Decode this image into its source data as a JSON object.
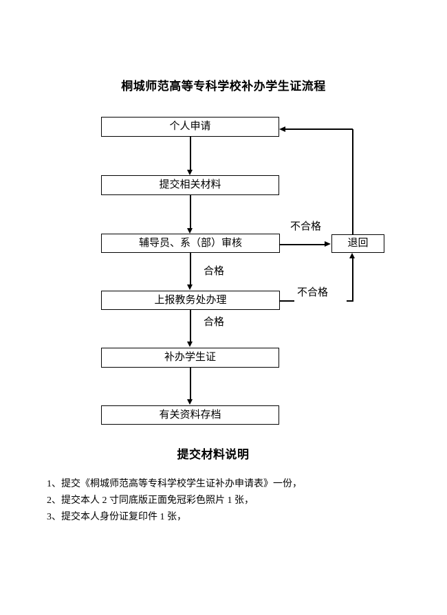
{
  "doc": {
    "title": "桐城师范高等专科学校补办学生证流程",
    "section_heading": "提交材料说明",
    "notes": [
      "1、提交《桐城师范高等专科学校学生证补办申请表》一份，",
      "2、提交本人 2 寸同底版正面免冠彩色照片 1 张，",
      "3、提交本人身份证复印件 1 张，"
    ]
  },
  "flowchart": {
    "nodes": [
      {
        "id": "personal-application",
        "label": "个人申请"
      },
      {
        "id": "submit-materials",
        "label": "提交相关材料"
      },
      {
        "id": "counselor-dept-review",
        "label": "辅导员、系（部）审核"
      },
      {
        "id": "report-academic-affairs",
        "label": "上报教务处办理"
      },
      {
        "id": "reissue-student-id",
        "label": "补办学生证"
      },
      {
        "id": "archive-materials",
        "label": "有关资料存档"
      },
      {
        "id": "return",
        "label": "退回"
      }
    ],
    "edge_labels": [
      {
        "id": "review-fail",
        "text": "不合格"
      },
      {
        "id": "review-pass",
        "text": "合格"
      },
      {
        "id": "report-fail",
        "text": "不合格"
      },
      {
        "id": "report-pass",
        "text": "合格"
      }
    ],
    "colors": {
      "line": "#000000",
      "box_border": "#000000",
      "text": "#000000",
      "background": "#ffffff"
    }
  }
}
